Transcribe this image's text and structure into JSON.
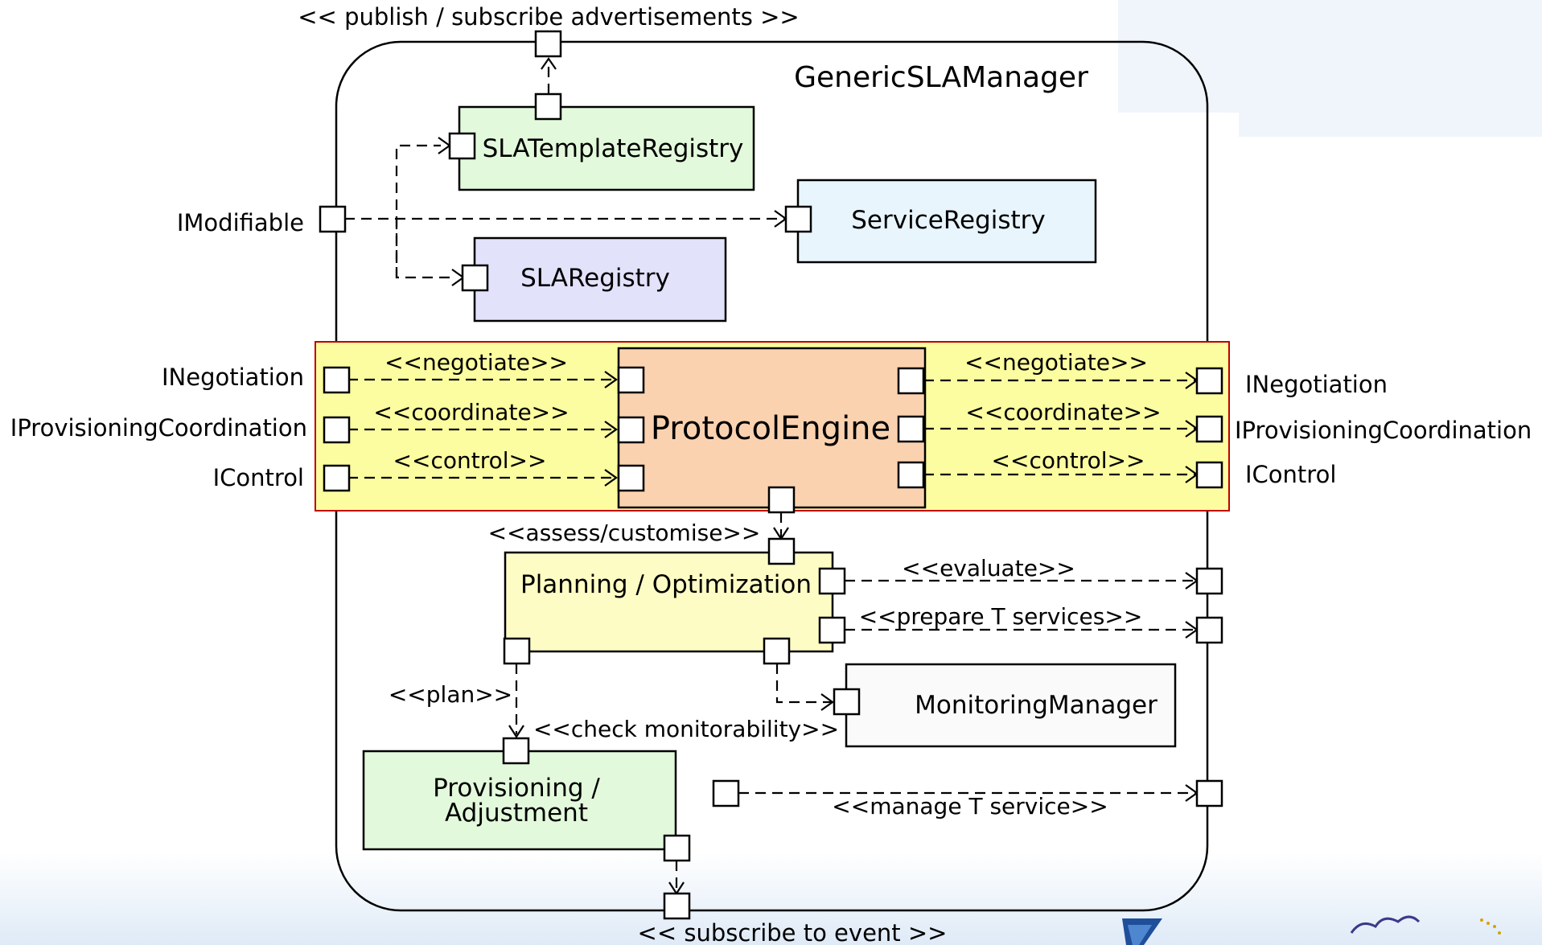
{
  "diagram": {
    "title": "GenericSLAManager",
    "components": {
      "sla_template_registry": "SLATemplateRegistry",
      "service_registry": "ServiceRegistry",
      "sla_registry": "SLARegistry",
      "protocol_engine": "ProtocolEngine",
      "planning_optimization": "Planning / Optimization",
      "monitoring_manager": "MonitoringManager",
      "provisioning_line1": "Provisioning /",
      "provisioning_line2": "Adjustment"
    },
    "interfaces": {
      "imodifiable": "IModifiable",
      "left_negotiation": "INegotiation",
      "left_provisioning": "IProvisioningCoordination",
      "left_control": "IControl",
      "right_negotiation": "INegotiation",
      "right_provisioning": "IProvisioningCoordination",
      "right_control": "IControl"
    },
    "connectors": {
      "publish": "<< publish / subscribe advertisements >>",
      "negotiate_left": "<<negotiate>>",
      "coordinate_left": "<<coordinate>>",
      "control_left": "<<control>>",
      "negotiate_right": "<<negotiate>>",
      "coordinate_right": "<<coordinate>>",
      "control_right": "<<control>>",
      "assess": "<<assess/customise>>",
      "evaluate": "<<evaluate>>",
      "prepare": "<<prepare T services>>",
      "plan": "<<plan>>",
      "check": "<<check monitorability>>",
      "manage": "<<manage T service>>",
      "subscribe": "<< subscribe to event >>"
    }
  },
  "colors": {
    "sla_template_registry": "#e3f9dc",
    "service_registry": "#e8f5fd",
    "sla_registry": "#e2e2fb",
    "protocol_engine": "#fbd2b0",
    "planning_optimization": "#fcfcc4",
    "monitoring_manager": "#fafafa",
    "provisioning": "#e3f9dc",
    "protocol_band": "#fcfca0",
    "protocol_band_border": "#c00000",
    "background_watermark": "#e9f0fa"
  }
}
